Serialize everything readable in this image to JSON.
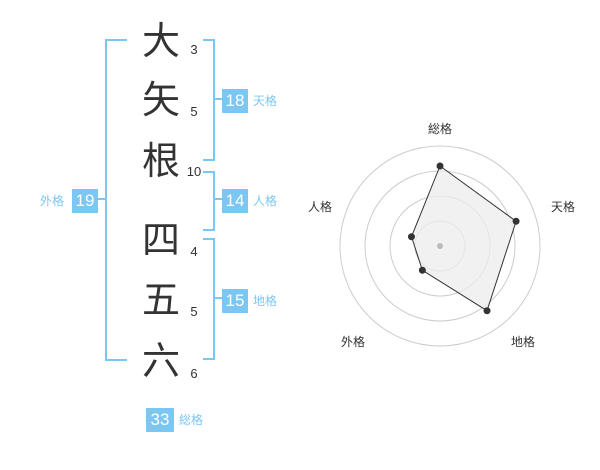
{
  "surname": [
    {
      "char": "大",
      "strokes": "3"
    },
    {
      "char": "矢",
      "strokes": "5"
    },
    {
      "char": "根",
      "strokes": "10"
    }
  ],
  "given_name": [
    {
      "char": "四",
      "strokes": "4"
    },
    {
      "char": "五",
      "strokes": "5"
    },
    {
      "char": "六",
      "strokes": "6"
    }
  ],
  "fortunes": {
    "tenkaku": {
      "label": "天格",
      "value": "18"
    },
    "jinkaku": {
      "label": "人格",
      "value": "14"
    },
    "chikaku": {
      "label": "地格",
      "value": "15"
    },
    "gaikaku": {
      "label": "外格",
      "value": "19"
    },
    "soukaku": {
      "label": "総格",
      "value": "33"
    }
  },
  "radar": {
    "axes": [
      "総格",
      "天格",
      "地格",
      "外格",
      "人格"
    ],
    "values": [
      0.8,
      0.8,
      0.8,
      0.3,
      0.3
    ],
    "rings": 4,
    "accent_color": "#7cc7f2"
  }
}
